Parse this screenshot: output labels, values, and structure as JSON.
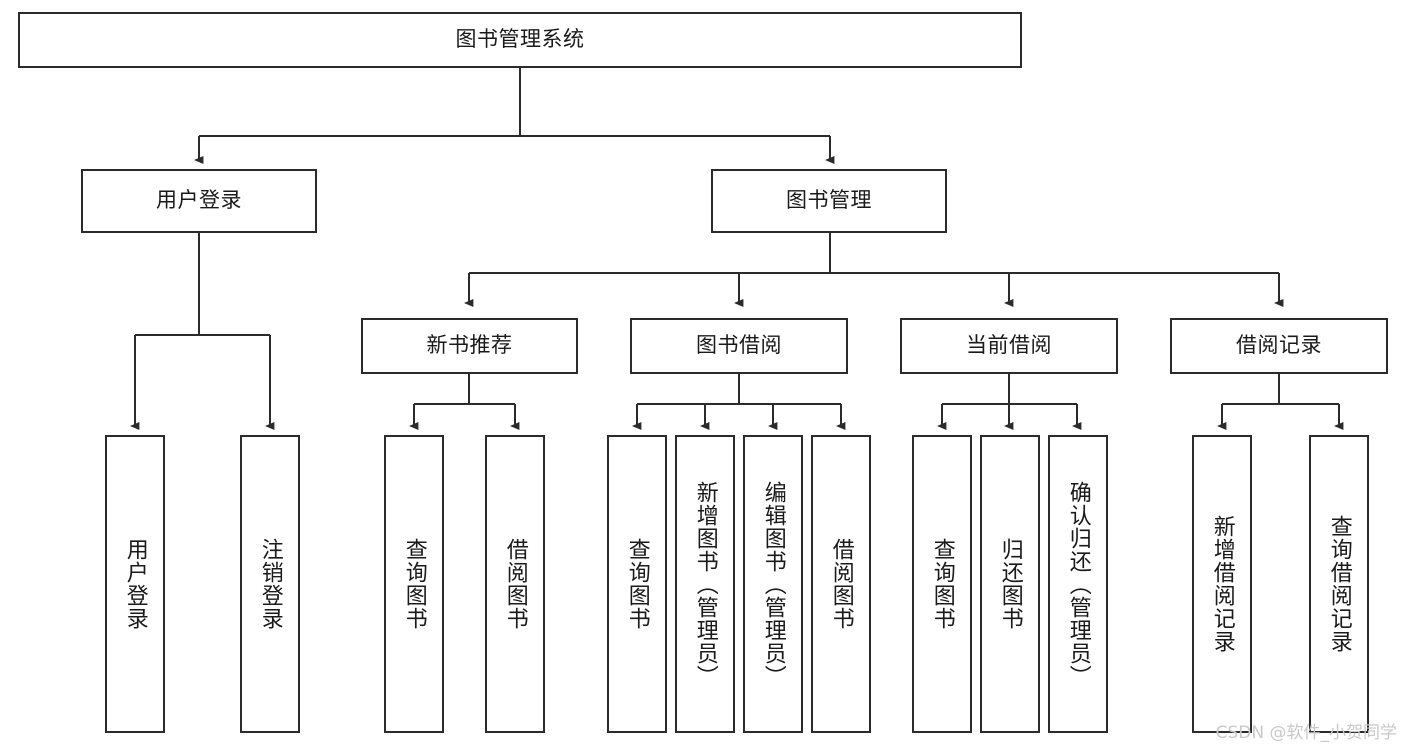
{
  "diagram": {
    "type": "tree-hierarchy",
    "title": "图书管理系统",
    "watermark": "CSDN @软件_小贺同学",
    "colors": {
      "box_border": "#2b2b2b",
      "box_fill": "#ffffff",
      "edge": "#2b2b2b",
      "text": "#1a1a1a",
      "watermark": "#c9c9c9",
      "background": "#ffffff"
    },
    "root": {
      "label": "图书管理系统"
    },
    "level2": [
      {
        "label": "用户登录"
      },
      {
        "label": "图书管理"
      }
    ],
    "level3": [
      {
        "label": "新书推荐"
      },
      {
        "label": "图书借阅"
      },
      {
        "label": "当前借阅"
      },
      {
        "label": "借阅记录"
      }
    ],
    "leaves": {
      "user_login": [
        {
          "label": "用户登录"
        },
        {
          "label": "注销登录"
        }
      ],
      "new_book_recommend": [
        {
          "label": "查询图书"
        },
        {
          "label": "借阅图书"
        }
      ],
      "book_borrow": [
        {
          "label": "查询图书"
        },
        {
          "label": "新增图书（管理员）"
        },
        {
          "label": "编辑图书（管理员）"
        },
        {
          "label": "借阅图书"
        }
      ],
      "current_borrow": [
        {
          "label": "查询图书"
        },
        {
          "label": "归还图书"
        },
        {
          "label": "确认归还（管理员）"
        }
      ],
      "borrow_record": [
        {
          "label": "新增借阅记录"
        },
        {
          "label": "查询借阅记录"
        }
      ]
    }
  }
}
